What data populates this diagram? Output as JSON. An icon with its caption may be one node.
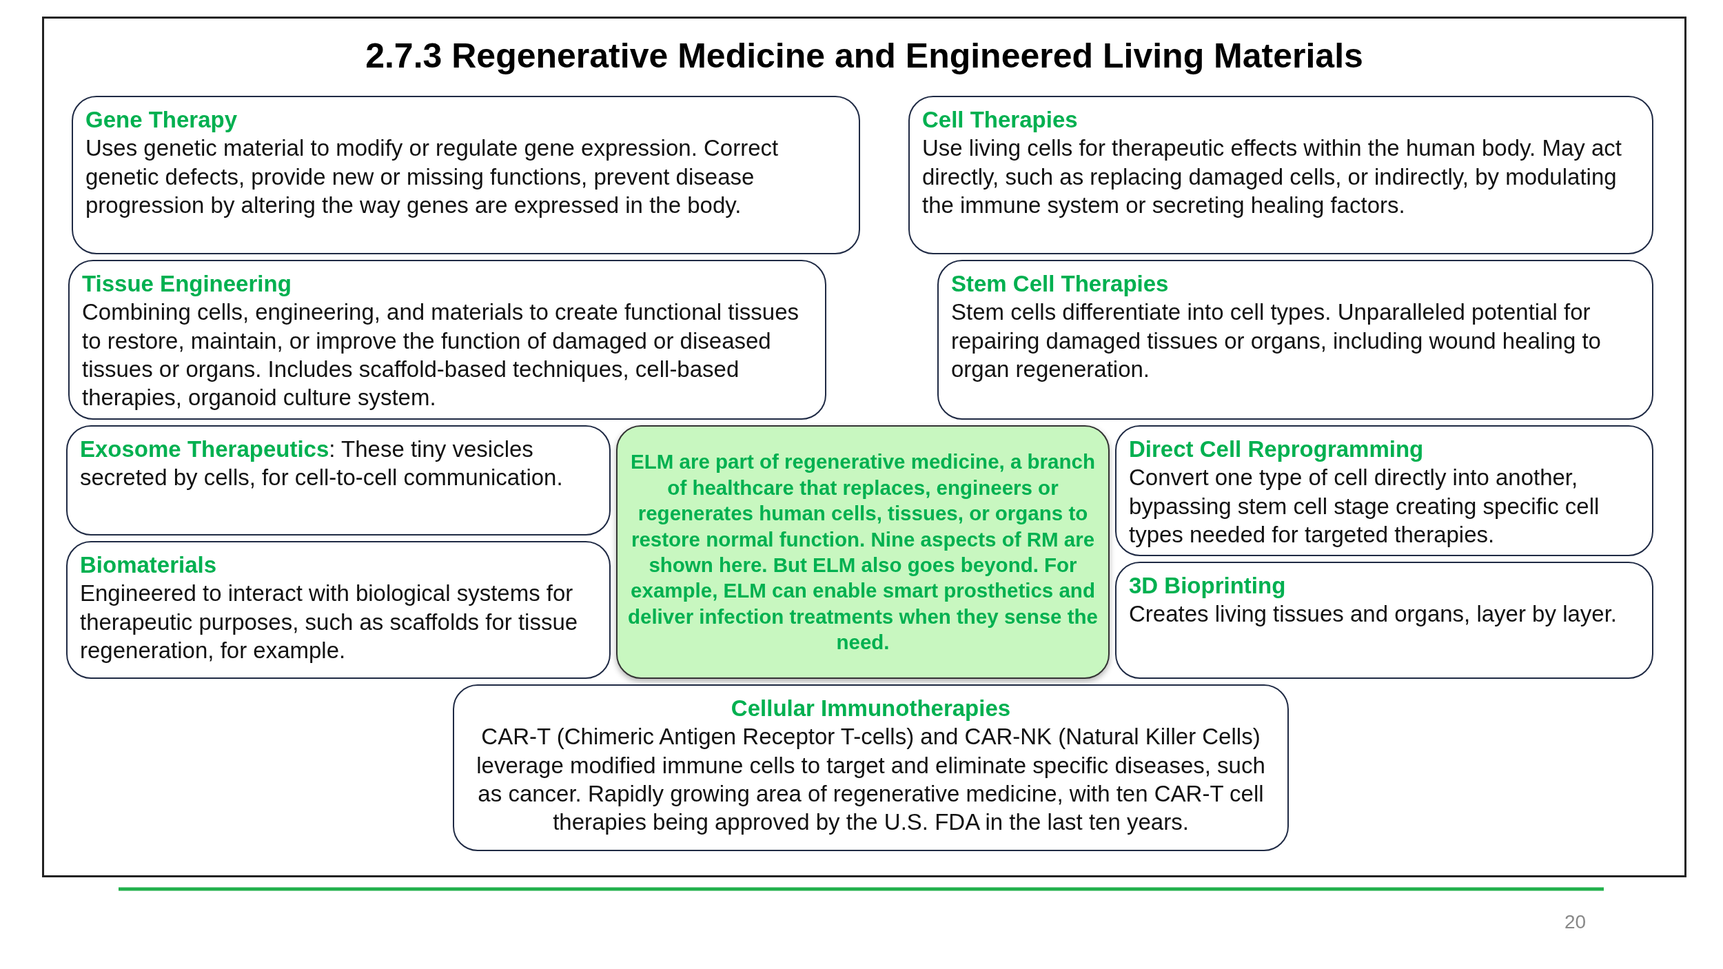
{
  "diagram": {
    "title": "2.7.3 Regenerative Medicine and Engineered Living Materials",
    "nodes": [
      {
        "text": [
          "Gene Therapy",
          "Uses genetic material to modify or regulate gene expression. Correct genetic defects, provide new or missing functions, prevent disease progression by altering the way genes are expressed in the body."
        ]
      },
      {
        "text": [
          "Cell Therapies",
          "Use living cells for therapeutic effects within the human body. May act directly, such as replacing damaged cells, or indirectly, by modulating the immune system or secreting healing factors."
        ]
      },
      {
        "text": [
          "Tissue Engineering",
          "Combining cells, engineering, and materials to create functional tissues to restore, maintain, or improve the function of damaged or diseased tissues or organs. Includes scaffold-based techniques, cell-based therapies, organoid culture system."
        ]
      },
      {
        "text": [
          "Stem Cell Therapies",
          "Stem cells differentiate into cell types. Unparalleled potential for repairing damaged tissues or organs, including wound healing to organ regeneration."
        ]
      },
      {
        "text": [
          "**Exosome Therapeutics**: These tiny vesicles secreted by cells, for cell-to-cell communication."
        ]
      },
      {
        "text": [
          "ELM are part of regenerative medicine, a branch of healthcare that replaces, engineers or regenerates human cells, tissues, or organs to restore normal function. Nine aspects of RM are shown here. But ELM also goes beyond. For example, ELM can enable smart prosthetics and deliver infection treatments when they sense the need."
        ]
      },
      {
        "text": [
          "Direct Cell Reprogramming",
          "Convert one type of cell directly into another, bypassing stem cell stage creating specific cell types needed for targeted therapies."
        ]
      },
      {
        "text": [
          "Biomaterials",
          "Engineered to interact with biological systems for therapeutic purposes, such as scaffolds for tissue regeneration, for example."
        ]
      },
      {
        "text": [
          "3D Bioprinting",
          "Creates living tissues and organs, layer by layer."
        ]
      },
      {
        "text": [
          "Cellular Immunotherapies",
          "CAR-T (Chimeric Antigen Receptor T-cells) and CAR-NK (Natural Killer Cells) leverage modified immune cells to target and eliminate specific diseases, such as cancer. Rapidly growing area of regenerative medicine, with ten CAR-T cell therapies being approved by the U.S. FDA in the last ten years."
        ]
      }
    ],
    "labels": [
      "20"
    ]
  }
}
